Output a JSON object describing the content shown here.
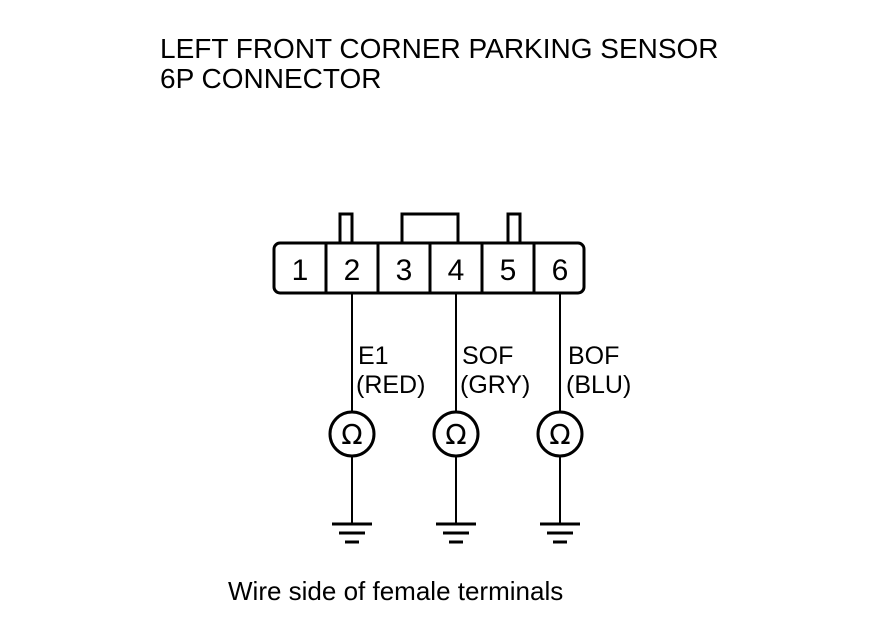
{
  "title": {
    "line1": "LEFT FRONT CORNER PARKING SENSOR",
    "line2": "6P CONNECTOR"
  },
  "connector": {
    "pins": [
      "1",
      "2",
      "3",
      "4",
      "5",
      "6"
    ]
  },
  "wires": [
    {
      "pin": "2",
      "name": "E1",
      "color_label": "(RED)"
    },
    {
      "pin": "4",
      "name": "SOF",
      "color_label": "(GRY)"
    },
    {
      "pin": "6",
      "name": "BOF",
      "color_label": "(BLU)"
    }
  ],
  "meter_symbol": "Ω",
  "caption": "Wire side of female terminals"
}
